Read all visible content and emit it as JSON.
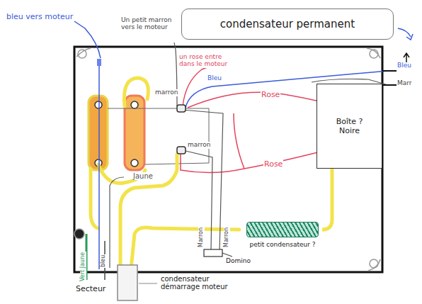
{
  "diagram": {
    "nodes": [
      {
        "text": [
          "condensateur permanent"
        ]
      },
      {
        "text": [
          "Boîte ? Noire"
        ]
      },
      {
        "text": [
          "petit condensateur ?"
        ]
      }
    ],
    "edges": [
      {
        "from": 1,
        "to": 2,
        "arrow": "none"
      }
    ],
    "labels": [
      "bleu vers moteur",
      "Un petit marron vers le moteur",
      "un rose entre dans le moteur",
      "Bleu",
      "marron",
      "marron",
      "Bleu",
      "Marr",
      "Rose",
      "Rose",
      "Jaune",
      "Marron",
      "Marron",
      "Vert Jaune",
      "bleu",
      "Secteur",
      "Domino",
      "condensateur démarrage moteur"
    ]
  }
}
